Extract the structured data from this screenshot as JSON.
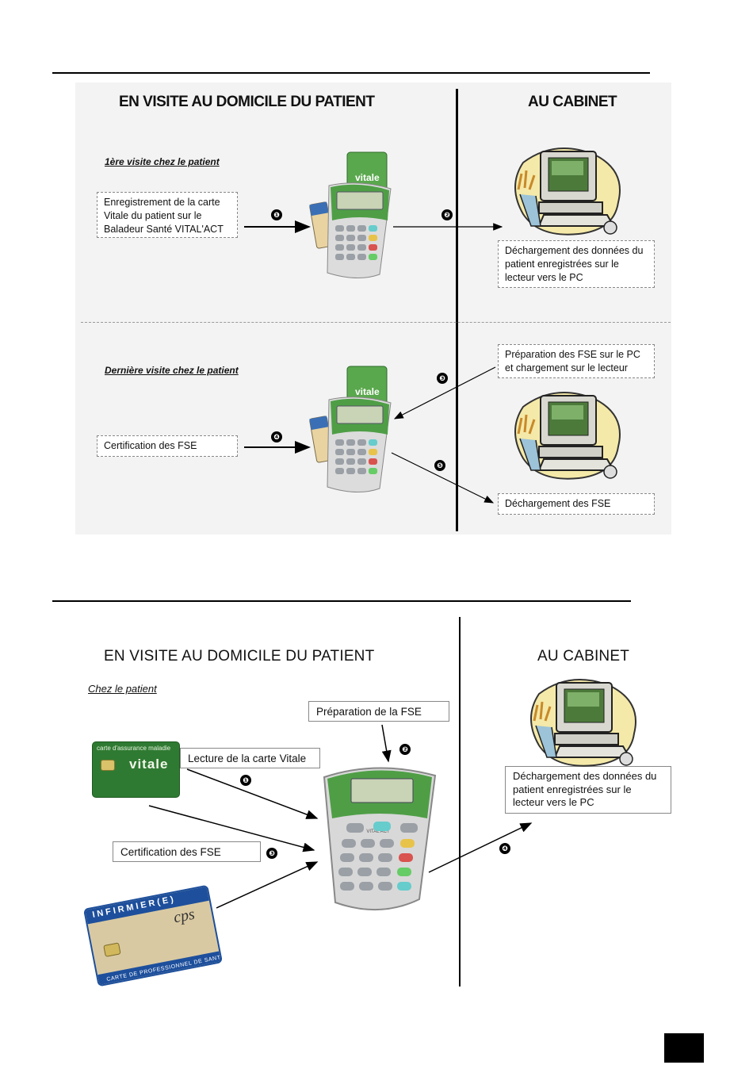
{
  "diagram1": {
    "header_left": "EN VISITE AU DOMICILE DU PATIENT",
    "header_right": "AU CABINET",
    "sub_first": "1ère visite chez le patient",
    "sub_last": "Dernière visite chez le patient",
    "box_enregistrement": "Enregistrement de la carte Vitale du patient sur le Baladeur Santé VITAL'ACT",
    "box_dechargement_donnees": "Déchargement des données du patient enregistrées sur le lecteur vers le PC",
    "box_preparation": "Préparation des FSE sur le PC et chargement sur le lecteur",
    "box_certification": "Certification des FSE",
    "box_dechargement_fse": "Déchargement des FSE",
    "steps": [
      "❶",
      "❷",
      "❸",
      "❹",
      "❺"
    ]
  },
  "diagram2": {
    "header_left": "EN VISITE AU DOMICILE DU PATIENT",
    "header_right": "AU CABINET",
    "sub_patient": "Chez le patient",
    "box_preparation": "Préparation de la FSE",
    "box_lecture": "Lecture de la carte Vitale",
    "box_certification": "Certification des FSE",
    "box_dechargement": "Déchargement des données du patient enregistrées sur le lecteur vers le PC",
    "vitale_card_top": "carte d'assurance maladie",
    "vitale_card_brand": "vitale",
    "cps_card_title": "INFIRMIER(E)",
    "cps_card_logo": "cps",
    "cps_card_bottom": "CARTE DE PROFESSIONNEL DE SANTE",
    "reader_brand": "VITAL'ACT",
    "steps": [
      "❶",
      "❷",
      "❸",
      "❹"
    ]
  },
  "colors": {
    "reader_green": "#3f9a3f",
    "card_green": "#2f7a32",
    "cps_blue": "#1d4f9c"
  }
}
